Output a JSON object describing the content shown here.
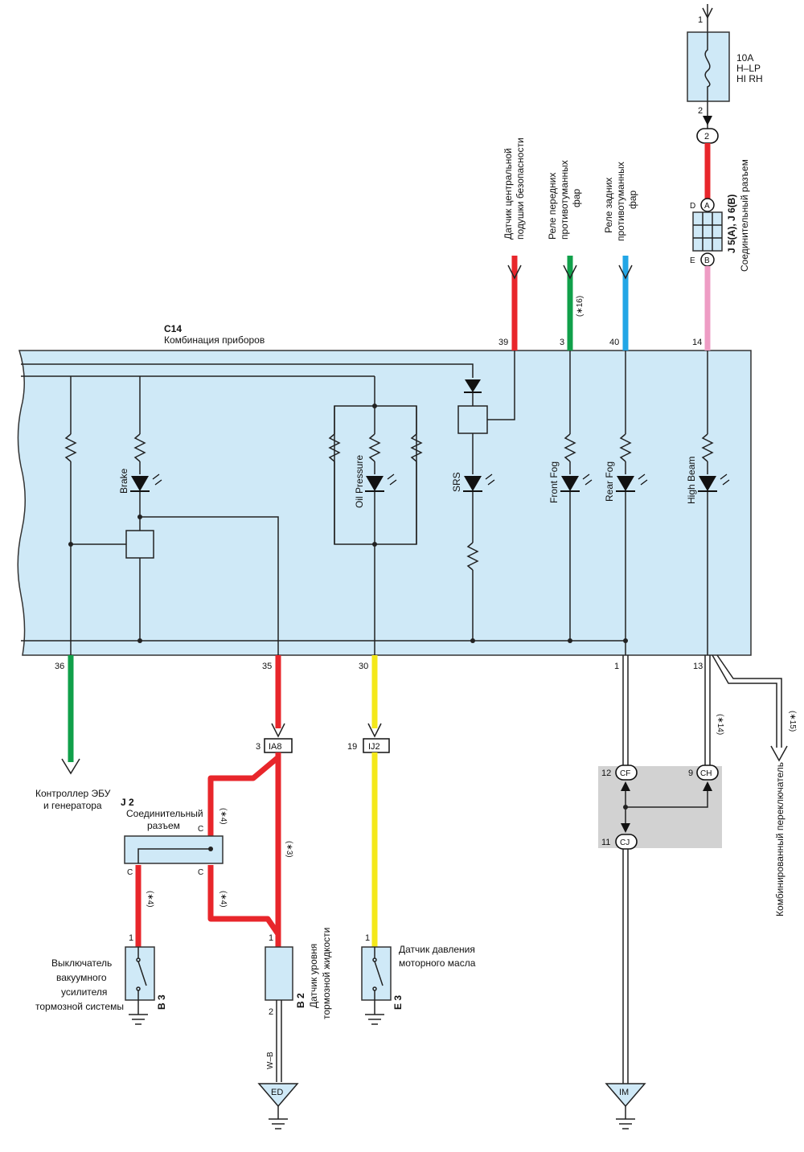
{
  "colors": {
    "panel": "#cfe9f7",
    "red": "#e8262b",
    "green": "#10a04a",
    "blue": "#22a6e6",
    "pink": "#ee9cc4",
    "yellow": "#f4e81a",
    "gray_box": "#d2d2d2"
  },
  "combo": {
    "id": "C14",
    "name": "Комбинация приборов"
  },
  "fuse": {
    "rating": "10A",
    "line2": "H–LP",
    "line3": "HI RH",
    "pin_top": "1",
    "pin_bottom": "2"
  },
  "top_connector": {
    "label": "2"
  },
  "j5_connector": {
    "title": "J 5(A), J 6(B)",
    "subtitle": "Соединительный разъем",
    "pin_d": "D",
    "pin_a": "A",
    "pin_e": "E",
    "pin_b": "B"
  },
  "inputs": {
    "airbag": {
      "line1": "Датчик центральной",
      "line2": "подушки безопасности",
      "pin": "39"
    },
    "front_fog": {
      "line1": "Реле передних",
      "line2": "противотуманных",
      "line3": "фар",
      "pin": "3",
      "note": "(∗16)"
    },
    "rear_fog": {
      "line1": "Реле задних",
      "line2": "противотуманных",
      "line3": "фар",
      "pin": "40"
    },
    "high_beam": {
      "pin": "14"
    }
  },
  "indicators": {
    "brake": "Brake",
    "oil_pressure": "Oil Pressure",
    "srs": "SRS",
    "front_fog": "Front Fog",
    "rear_fog": "Rear Fog",
    "high_beam": "High Beam"
  },
  "bottom_pins": {
    "p36": "36",
    "p35": "35",
    "p30": "30",
    "p1": "1",
    "p13": "13"
  },
  "ecu": {
    "line1": "Контроллер ЭБУ",
    "line2": "и генератора"
  },
  "ia8": {
    "label": "IA8",
    "pin": "3"
  },
  "ij2": {
    "label": "IJ2",
    "pin": "19"
  },
  "j2": {
    "title": "J 2",
    "line1": "Соединительный",
    "line2": "разъем",
    "c1": "C",
    "c2": "C",
    "c3": "C"
  },
  "notes": {
    "n4a": "(∗4)",
    "n4b": "(∗4)",
    "n4c": "(∗4)",
    "n3": "(∗3)",
    "n14": "(∗14)",
    "n15": "(∗15)"
  },
  "brake_switch": {
    "line1": "Выключатель",
    "line2": "вакуумного",
    "line3": "усилителя",
    "line4": "тормозной системы",
    "id": "B 3",
    "pin": "1"
  },
  "fluid_sensor": {
    "id": "B 2",
    "line1": "Датчик уровня",
    "line2": "тормозной жидкости",
    "pin1": "1",
    "pin2": "2",
    "wire": "W–B"
  },
  "oil_sensor": {
    "line1": "Датчик давления",
    "line2": "моторного масла",
    "id": "E 3",
    "pin": "1"
  },
  "gray_connectors": {
    "cf": "CF",
    "cf_pin": "12",
    "ch": "CH",
    "ch_pin": "9",
    "cj": "CJ",
    "cj_pin": "11"
  },
  "grounds": {
    "ed": "ED",
    "im": "IM"
  },
  "combo_switch": "Комбинированный переключатель"
}
